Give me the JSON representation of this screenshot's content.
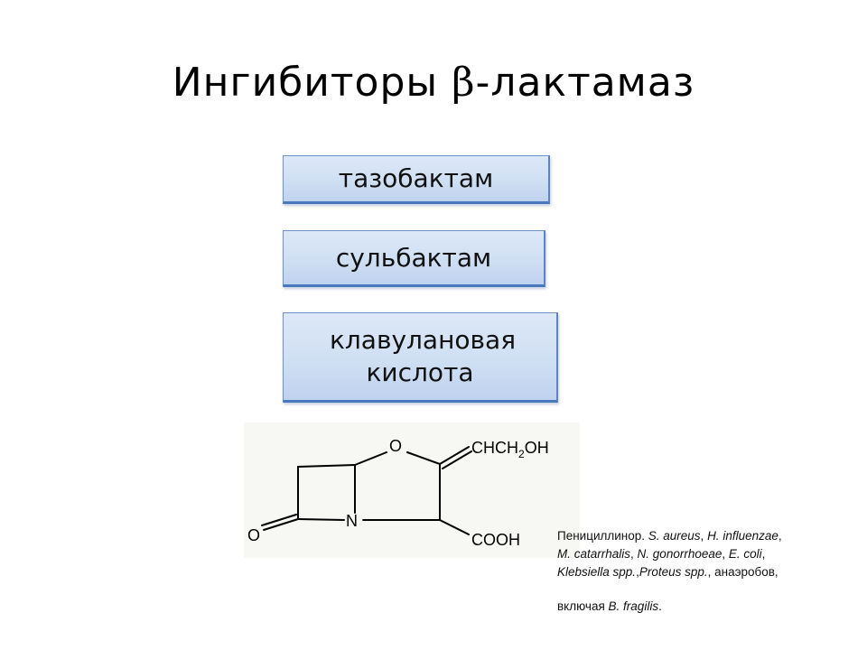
{
  "slide": {
    "title_prefix": "Ингибиторы ",
    "title_beta": "β",
    "title_suffix": "-лактамаз"
  },
  "inhibitors": [
    "тазобактам",
    "сульбактам",
    "клавулановая кислота"
  ],
  "structure": {
    "atoms": {
      "ring_o": "O",
      "ring_n": "N",
      "carbonyl_o": "O",
      "side_chain_1": "CHCH",
      "side_chain_1_sub": "2",
      "side_chain_1_end": "OH",
      "side_chain_2": "COOH"
    }
  },
  "spectrum_note": {
    "l1_a": "Пенициллинор. ",
    "l1_b": "S. aureus",
    "l1_c": ", ",
    "l1_d": "H. influenzae",
    "l1_e": ",",
    "l2_a": "M. catarrhalis",
    "l2_b": ", ",
    "l2_c": "N. gonorrhoeae",
    "l2_d": ", ",
    "l2_e": "E. coli",
    "l2_f": ",",
    "l3_a": "Klebsiella spp.",
    "l3_b": ",",
    "l3_c": "Proteus spp.",
    "l3_d": ", анаэробов,",
    "l4_a": "включая ",
    "l4_b": "B. fragilis",
    "l4_c": "."
  }
}
